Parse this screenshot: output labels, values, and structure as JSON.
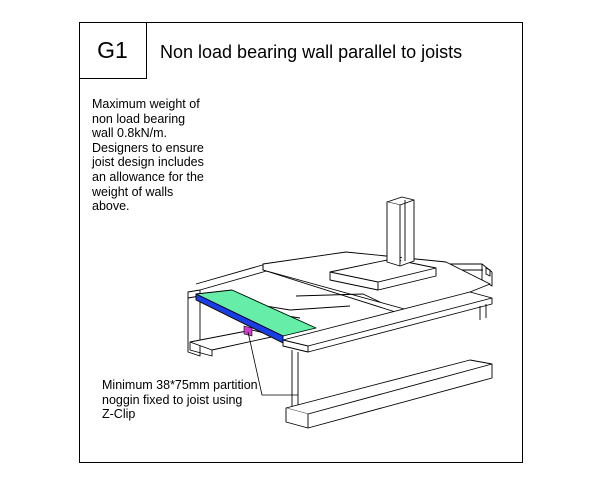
{
  "detail": {
    "code": "G1",
    "title": "Non load bearing wall parallel to joists"
  },
  "note_lines": [
    "Maximum weight of",
    "non load bearing",
    "wall 0.8kN/m.",
    "Designers to ensure",
    "joist design includes",
    "an allowance for the",
    "weight of walls",
    "above."
  ],
  "callout_lines": [
    "Minimum 38*75mm partition",
    "noggin fixed to joist using",
    "Z-Clip"
  ],
  "colors": {
    "partition_top": "#66eea8",
    "partition_side": "#1a3ee6",
    "clip": "#d23ad2",
    "line": "#000000"
  }
}
